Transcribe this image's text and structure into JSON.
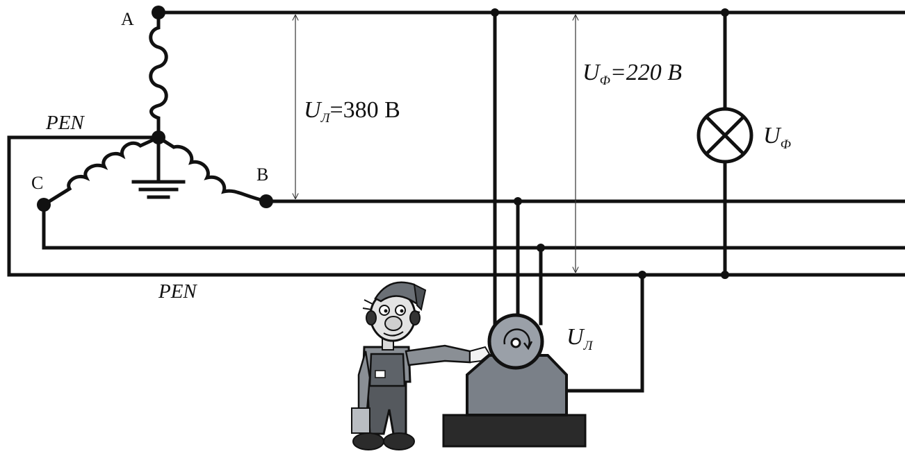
{
  "terminals": {
    "a": "A",
    "b": "B",
    "c": "C"
  },
  "pen": {
    "top": "PEN",
    "bottom": "PEN"
  },
  "line_voltage": {
    "symbol": "U",
    "subscript": "Л",
    "value": "=380 В"
  },
  "phase_voltage": {
    "symbol": "U",
    "subscript": "Ф",
    "value": "=220 В"
  },
  "lamp_label": {
    "symbol": "U",
    "subscript": "Ф"
  },
  "motor_label": {
    "symbol": "U",
    "subscript": "Л"
  },
  "colors": {
    "wire": "#111111",
    "motor_body": "#7a8088",
    "motor_base": "#2a2a2a",
    "motor_housing": "#9aa0a8"
  },
  "icons": [
    "ground-icon",
    "lamp-icon",
    "motor-icon",
    "worker-figure"
  ]
}
